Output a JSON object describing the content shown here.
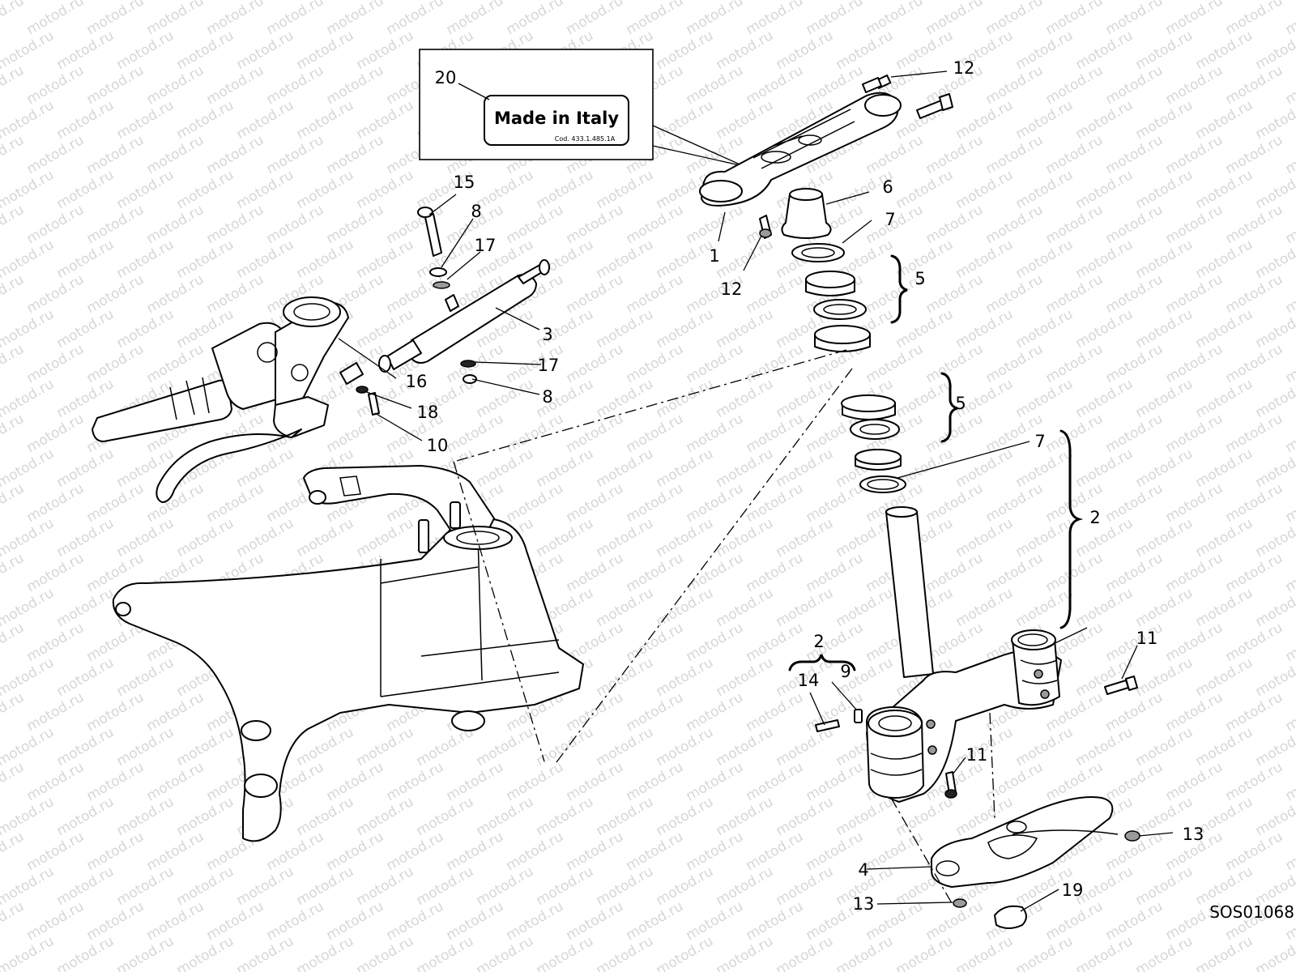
{
  "watermark": {
    "text": "motod.ru"
  },
  "label_plate": {
    "title": "Made in Italy",
    "code": "Cod. 433.1.485.1A"
  },
  "drawing_code": "SOS01068",
  "callouts": [
    {
      "id": "c20",
      "text": "20"
    },
    {
      "id": "c12a",
      "text": "12"
    },
    {
      "id": "c15",
      "text": "15"
    },
    {
      "id": "c8a",
      "text": "8"
    },
    {
      "id": "c17a",
      "text": "17"
    },
    {
      "id": "c6",
      "text": "6"
    },
    {
      "id": "c7a",
      "text": "7"
    },
    {
      "id": "c1",
      "text": "1"
    },
    {
      "id": "c12b",
      "text": "12"
    },
    {
      "id": "c5a",
      "text": "5"
    },
    {
      "id": "c3",
      "text": "3"
    },
    {
      "id": "c17b",
      "text": "17"
    },
    {
      "id": "c16",
      "text": "16"
    },
    {
      "id": "c8b",
      "text": "8"
    },
    {
      "id": "c18",
      "text": "18"
    },
    {
      "id": "c5b",
      "text": "5"
    },
    {
      "id": "c10",
      "text": "10"
    },
    {
      "id": "c7b",
      "text": "7"
    },
    {
      "id": "c2a",
      "text": "2"
    },
    {
      "id": "c2b",
      "text": "2"
    },
    {
      "id": "c11a",
      "text": "11"
    },
    {
      "id": "c14",
      "text": "14"
    },
    {
      "id": "c9",
      "text": "9"
    },
    {
      "id": "c11b",
      "text": "11"
    },
    {
      "id": "c13a",
      "text": "13"
    },
    {
      "id": "c4",
      "text": "4"
    },
    {
      "id": "c19",
      "text": "19"
    },
    {
      "id": "c13b",
      "text": "13"
    }
  ]
}
